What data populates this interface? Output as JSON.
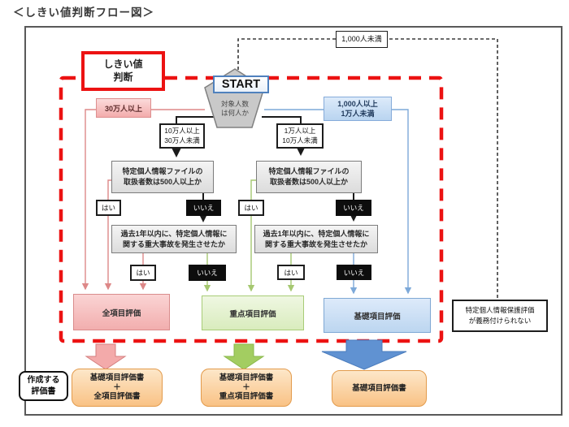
{
  "title": "＜しきい値判断フロー図＞",
  "nodes": {
    "threshold": "しきい値\n判断",
    "start": "START",
    "start_q": "対象人数\nは何人か",
    "under_1000": "1,000人未満",
    "over_300k": "30万人以上",
    "range_100k_300k": "10万人以上\n30万人未満",
    "range_10k_100k": "1万人以上\n10万人未満",
    "range_1k_10k": "1,000人以上\n1万人未満",
    "q_handlers": "特定個人情報ファイルの\n取扱者数は500人以上か",
    "q_accident": "過去1年以内に、特定個人情報に\n関する重大事故を発生させたか",
    "yes": "はい",
    "no": "いいえ",
    "eval_all": "全項目評価",
    "eval_priority": "重点項目評価",
    "eval_basic": "基礎項目評価",
    "not_required": "特定個人情報保護評価\nが義務付けられない",
    "legend": "作成する\n評価書",
    "docs_all": "基礎項目評価書\n＋\n全項目評価書",
    "docs_priority": "基礎項目評価書\n＋\n重点項目評価書",
    "docs_basic": "基礎項目評価書"
  },
  "colors": {
    "red_dashed_frame": "#ec1212",
    "threshold_border": "#ec1212",
    "start_border": "#4f81bd",
    "pink_fill": "#f3acac",
    "green_fill": "#d9ecbd",
    "blue_fill": "#bcd6f0",
    "orange_fill": "#f9c285",
    "gray_fill": "#dcdcdc",
    "pink_line": "#dd8888",
    "green_line": "#a6c871",
    "blue_line": "#7da9d9",
    "black_line": "#1a1a1a"
  }
}
